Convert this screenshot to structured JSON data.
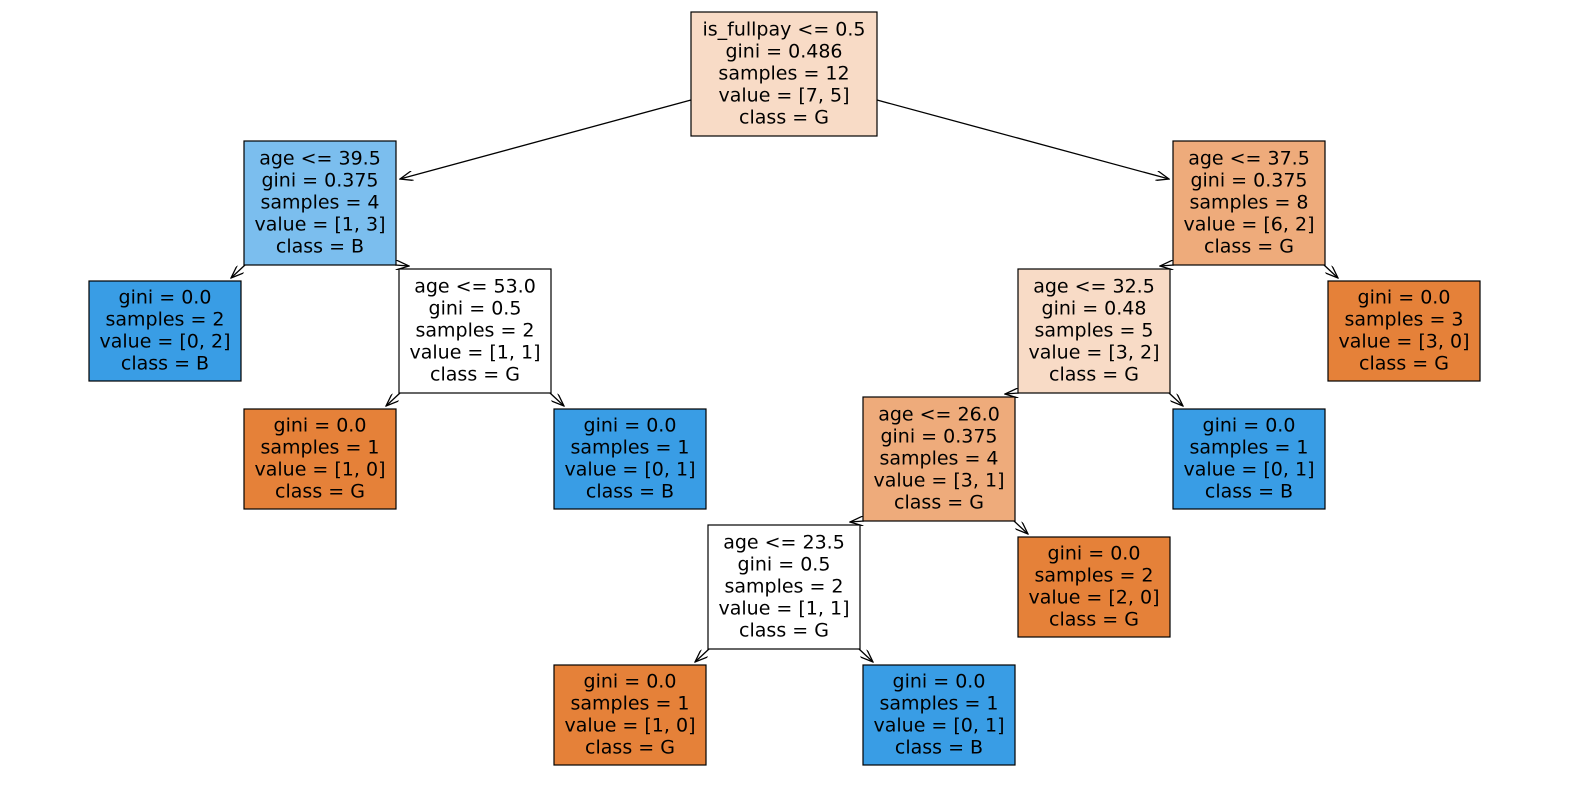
{
  "diagram": {
    "type": "decision-tree",
    "colors": {
      "class_g_full": "#e58139",
      "class_g_mid": "#eeab7b",
      "class_g_light": "#f8dbc6",
      "class_b_full": "#399de5",
      "class_b_mid": "#7bbeee",
      "neutral": "#ffffff"
    },
    "nodes": [
      {
        "id": "n0",
        "lines": [
          "is_fullpay <= 0.5",
          "gini = 0.486",
          "samples = 12",
          "value = [7, 5]",
          "class = G"
        ],
        "fill": "#f8dbc6"
      },
      {
        "id": "n1",
        "lines": [
          "age <= 39.5",
          "gini = 0.375",
          "samples = 4",
          "value = [1, 3]",
          "class = B"
        ],
        "fill": "#7bbeee"
      },
      {
        "id": "n2",
        "lines": [
          "gini = 0.0",
          "samples = 2",
          "value = [0, 2]",
          "class = B"
        ],
        "fill": "#399de5"
      },
      {
        "id": "n3",
        "lines": [
          "age <= 53.0",
          "gini = 0.5",
          "samples = 2",
          "value = [1, 1]",
          "class = G"
        ],
        "fill": "#ffffff"
      },
      {
        "id": "n4",
        "lines": [
          "gini = 0.0",
          "samples = 1",
          "value = [1, 0]",
          "class = G"
        ],
        "fill": "#e58139"
      },
      {
        "id": "n5",
        "lines": [
          "gini = 0.0",
          "samples = 1",
          "value = [0, 1]",
          "class = B"
        ],
        "fill": "#399de5"
      },
      {
        "id": "n6",
        "lines": [
          "age <= 37.5",
          "gini = 0.375",
          "samples = 8",
          "value = [6, 2]",
          "class = G"
        ],
        "fill": "#eeab7b"
      },
      {
        "id": "n7",
        "lines": [
          "age <= 32.5",
          "gini = 0.48",
          "samples = 5",
          "value = [3, 2]",
          "class = G"
        ],
        "fill": "#f8dbc6"
      },
      {
        "id": "n8",
        "lines": [
          "age <= 26.0",
          "gini = 0.375",
          "samples = 4",
          "value = [3, 1]",
          "class = G"
        ],
        "fill": "#eeab7b"
      },
      {
        "id": "n9",
        "lines": [
          "age <= 23.5",
          "gini = 0.5",
          "samples = 2",
          "value = [1, 1]",
          "class = G"
        ],
        "fill": "#ffffff"
      },
      {
        "id": "n10",
        "lines": [
          "gini = 0.0",
          "samples = 1",
          "value = [1, 0]",
          "class = G"
        ],
        "fill": "#e58139"
      },
      {
        "id": "n11",
        "lines": [
          "gini = 0.0",
          "samples = 1",
          "value = [0, 1]",
          "class = B"
        ],
        "fill": "#399de5"
      },
      {
        "id": "n12",
        "lines": [
          "gini = 0.0",
          "samples = 2",
          "value = [2, 0]",
          "class = G"
        ],
        "fill": "#e58139"
      },
      {
        "id": "n13",
        "lines": [
          "gini = 0.0",
          "samples = 1",
          "value = [0, 1]",
          "class = B"
        ],
        "fill": "#399de5"
      },
      {
        "id": "n14",
        "lines": [
          "gini = 0.0",
          "samples = 3",
          "value = [3, 0]",
          "class = G"
        ],
        "fill": "#e58139"
      }
    ],
    "edges": [
      {
        "from": "n0",
        "to": "n1"
      },
      {
        "from": "n0",
        "to": "n6"
      },
      {
        "from": "n1",
        "to": "n2"
      },
      {
        "from": "n1",
        "to": "n3"
      },
      {
        "from": "n3",
        "to": "n4"
      },
      {
        "from": "n3",
        "to": "n5"
      },
      {
        "from": "n6",
        "to": "n7"
      },
      {
        "from": "n6",
        "to": "n14"
      },
      {
        "from": "n7",
        "to": "n8"
      },
      {
        "from": "n7",
        "to": "n13"
      },
      {
        "from": "n8",
        "to": "n9"
      },
      {
        "from": "n8",
        "to": "n12"
      },
      {
        "from": "n9",
        "to": "n10"
      },
      {
        "from": "n9",
        "to": "n11"
      }
    ]
  }
}
